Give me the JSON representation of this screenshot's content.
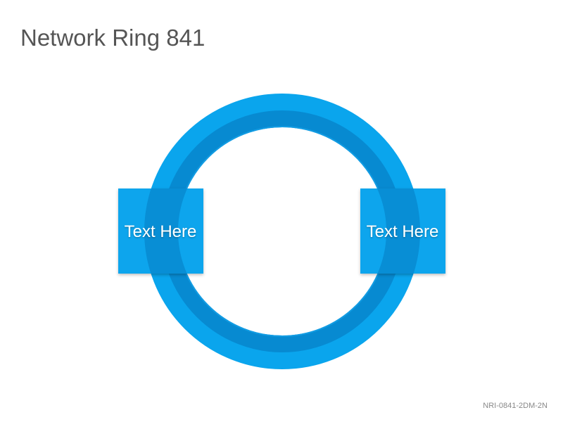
{
  "title": "Network Ring 841",
  "diagram": {
    "nodes": [
      {
        "label": "Text Here"
      },
      {
        "label": "Text Here"
      }
    ]
  },
  "footer": {
    "code": "NRI-0841-2DM-2N"
  },
  "colors": {
    "ring_outer": "#0aa5ed",
    "ring_inner_shade": "#0785cb",
    "node_fill": "#0aa5ed",
    "node_overlap": "#0789cf",
    "title_text": "#555555",
    "footer_text": "#888888"
  }
}
